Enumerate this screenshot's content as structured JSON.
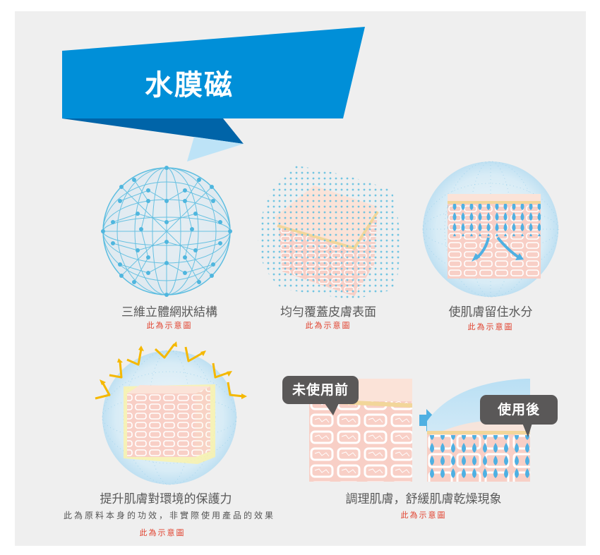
{
  "banner": {
    "title": "水膜磁",
    "colors": {
      "main": "#008fd8",
      "shadow": "#0064a8",
      "light": "#bde3f7"
    }
  },
  "features": [
    {
      "caption": "三維立體網狀結構",
      "note": "此為示意圖",
      "icon": "mesh-sphere-icon"
    },
    {
      "caption": "均勻覆蓋皮膚表面",
      "note": "此為示意圖",
      "icon": "skin-cube-coverage-icon"
    },
    {
      "caption": "使肌膚留住水分",
      "note": "此為示意圖",
      "icon": "skin-moisture-sphere-icon"
    },
    {
      "caption": "提升肌膚對環境的保護力",
      "disclaimer": "此為原料本身的功效，非實際使用產品的效果",
      "note": "此為示意圖",
      "icon": "skin-protection-sphere-icon"
    },
    {
      "caption": "調理肌膚，舒緩肌膚乾燥現象",
      "note": "此為示意圖",
      "icon": "before-after-skin-icon"
    }
  ],
  "comparison": {
    "before_label": "未使用前",
    "after_label": "使用後"
  },
  "colors": {
    "background": "#efefef",
    "caption_text": "#595959",
    "note_red": "#e0412e",
    "skin_pink": "#f8cfc6",
    "skin_top": "#fbe3d8",
    "skin_line": "#f2d69a",
    "water_blue": "#4fb0e2",
    "bubble": "#5a5858",
    "arrow_yellow": "#f5b800"
  }
}
